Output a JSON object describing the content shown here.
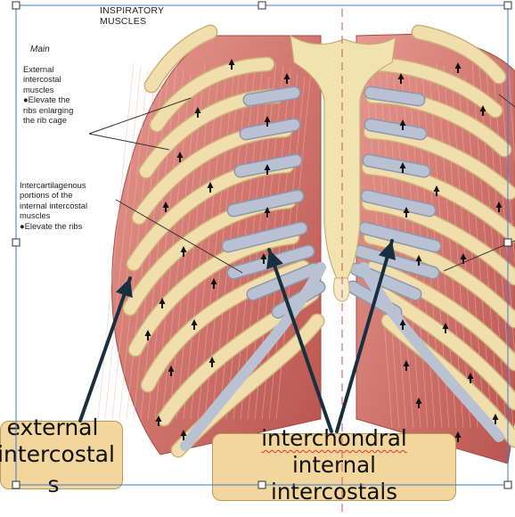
{
  "header": {
    "line1": "INSPIRATORY",
    "line2": "MUSCLES"
  },
  "section_label": "Main",
  "annotations": {
    "external": {
      "lines": [
        "External",
        "intercostal",
        "muscles",
        "●Elevate the",
        "ribs enlarging",
        "the rib cage"
      ]
    },
    "intercartilaginous": {
      "lines": [
        "Intercartilagenous",
        "portions of the",
        "internal intercostal",
        "muscles",
        "●Elevate the ribs"
      ]
    }
  },
  "callouts": {
    "left": {
      "lines": [
        "external",
        "intercostal",
        "s"
      ]
    },
    "right": {
      "lines": [
        "interchondral",
        "internal",
        "intercostals"
      ]
    }
  },
  "colors": {
    "muscle": "#d9837b",
    "muscle_dark": "#b9544e",
    "rib": "#f0dfac",
    "cartilage": "#b9c2d2",
    "sternum": "#f1e3b0",
    "arrow": "#17303f",
    "callout_box": "#f2d69c",
    "selection_frame": "#3b7bd8",
    "midline": "#d96a6a"
  }
}
